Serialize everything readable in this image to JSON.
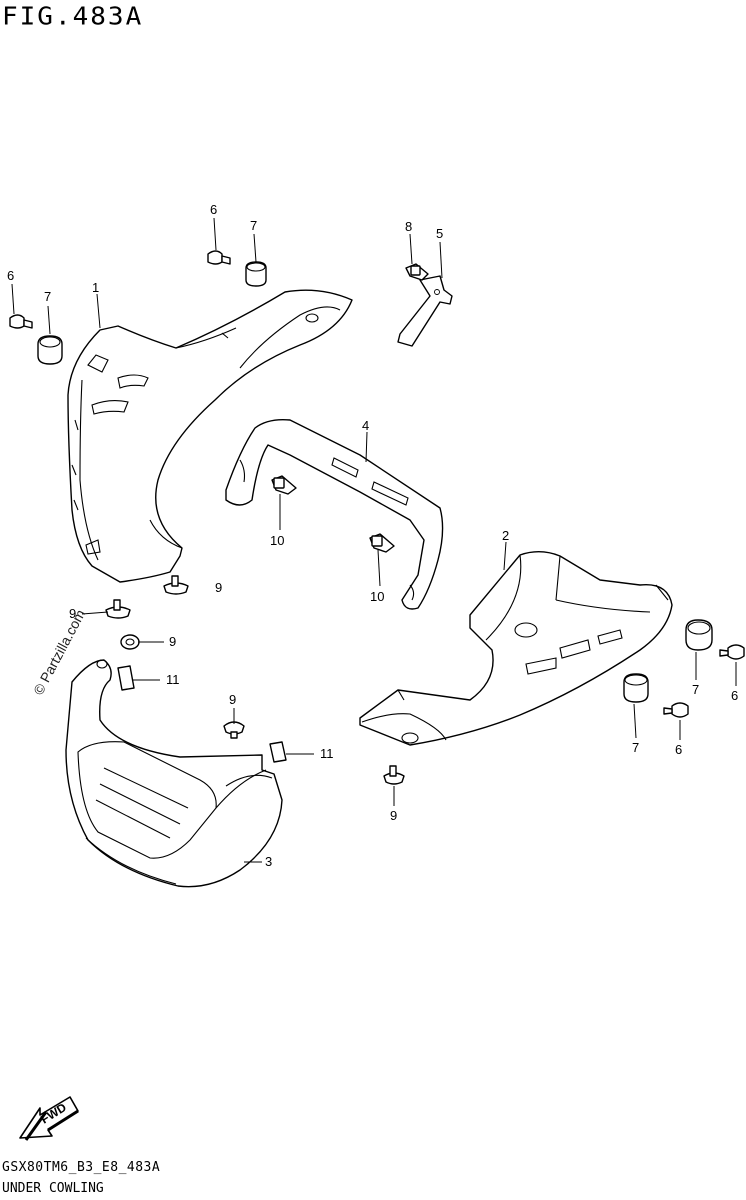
{
  "figure": {
    "title": "FIG.483A",
    "watermark": "© Partzilla.com",
    "footer_code": "GSX80TM6_B3_E8_483A",
    "footer_name": "UNDER COWLING",
    "fwd_label": "FWD"
  },
  "callouts": [
    {
      "id": "c1",
      "label": "1"
    },
    {
      "id": "c2",
      "label": "2"
    },
    {
      "id": "c3",
      "label": "3"
    },
    {
      "id": "c4",
      "label": "4"
    },
    {
      "id": "c5",
      "label": "5"
    },
    {
      "id": "c6a",
      "label": "6"
    },
    {
      "id": "c6b",
      "label": "6"
    },
    {
      "id": "c6c",
      "label": "6"
    },
    {
      "id": "c6d",
      "label": "6"
    },
    {
      "id": "c7a",
      "label": "7"
    },
    {
      "id": "c7b",
      "label": "7"
    },
    {
      "id": "c7c",
      "label": "7"
    },
    {
      "id": "c7d",
      "label": "7"
    },
    {
      "id": "c8",
      "label": "8"
    },
    {
      "id": "c9a",
      "label": "9"
    },
    {
      "id": "c9b",
      "label": "9"
    },
    {
      "id": "c9c",
      "label": "9"
    },
    {
      "id": "c9d",
      "label": "9"
    },
    {
      "id": "c9e",
      "label": "9"
    },
    {
      "id": "c10a",
      "label": "10"
    },
    {
      "id": "c10b",
      "label": "10"
    },
    {
      "id": "c11a",
      "label": "11"
    },
    {
      "id": "c11b",
      "label": "11"
    }
  ]
}
